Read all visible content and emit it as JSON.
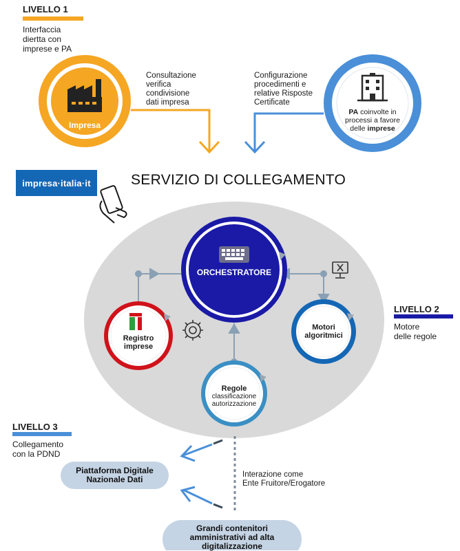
{
  "level1": {
    "title": "LIVELLO 1",
    "desc_line1": "Interfaccia",
    "desc_line2": "diertta con",
    "desc_line3": "imprese e PA",
    "color": "#f5a623"
  },
  "level2": {
    "title": "LIVELLO 2",
    "desc_line1": "Motore",
    "desc_line2": "delle regole",
    "color": "#1a1aa6"
  },
  "level3": {
    "title": "LIVELLO 3",
    "desc_line1": "Collegamento",
    "desc_line2": "con la PDND",
    "color": "#4a8fd8"
  },
  "impresa": {
    "label": "Impresa",
    "icon": "factory-icon"
  },
  "consultazione": {
    "line1": "Consultazione",
    "line2": "verifica",
    "line3": "condivisione",
    "line4": "dati impresa"
  },
  "configurazione": {
    "line1": "Configurazione",
    "line2": "procedimenti e",
    "line3": "relative Risposte",
    "line4": "Certificate"
  },
  "pa": {
    "bold1": "PA",
    "line1": " coinvolte in",
    "line2": "processi a favore",
    "line3": "delle ",
    "bold2": "imprese",
    "icon": "building-icon"
  },
  "logo": {
    "text": "impresa·italia·it"
  },
  "service_title": "SERVIZIO DI COLLEGAMENTO",
  "orchestratore": {
    "label": "ORCHESTRATORE",
    "icon": "keyboard-icon"
  },
  "registro": {
    "line1": "Registro",
    "line2": "imprese"
  },
  "motori": {
    "line1": "Motori",
    "line2": "algoritmici",
    "icon": "monitor-icon"
  },
  "regole": {
    "title": "Regole",
    "line1": "classificazione",
    "line2": "autorizzazione"
  },
  "pdnd": {
    "line1": "Piattaforma Digitale",
    "line2": "Nazionale Dati"
  },
  "interazione": {
    "line1": "Interazione come",
    "line2": "Ente Fruitore/Erogatore"
  },
  "grandi": {
    "line1": "Grandi contenitori",
    "line2": "amministrativi ad alta",
    "line3": "digitalizzazione"
  },
  "colors": {
    "orange": "#f5a623",
    "lightblue": "#4a8fd8",
    "navy": "#1a1aa6",
    "red": "#d0121b",
    "blue": "#1467b5",
    "teal": "#3a8fc4"
  }
}
